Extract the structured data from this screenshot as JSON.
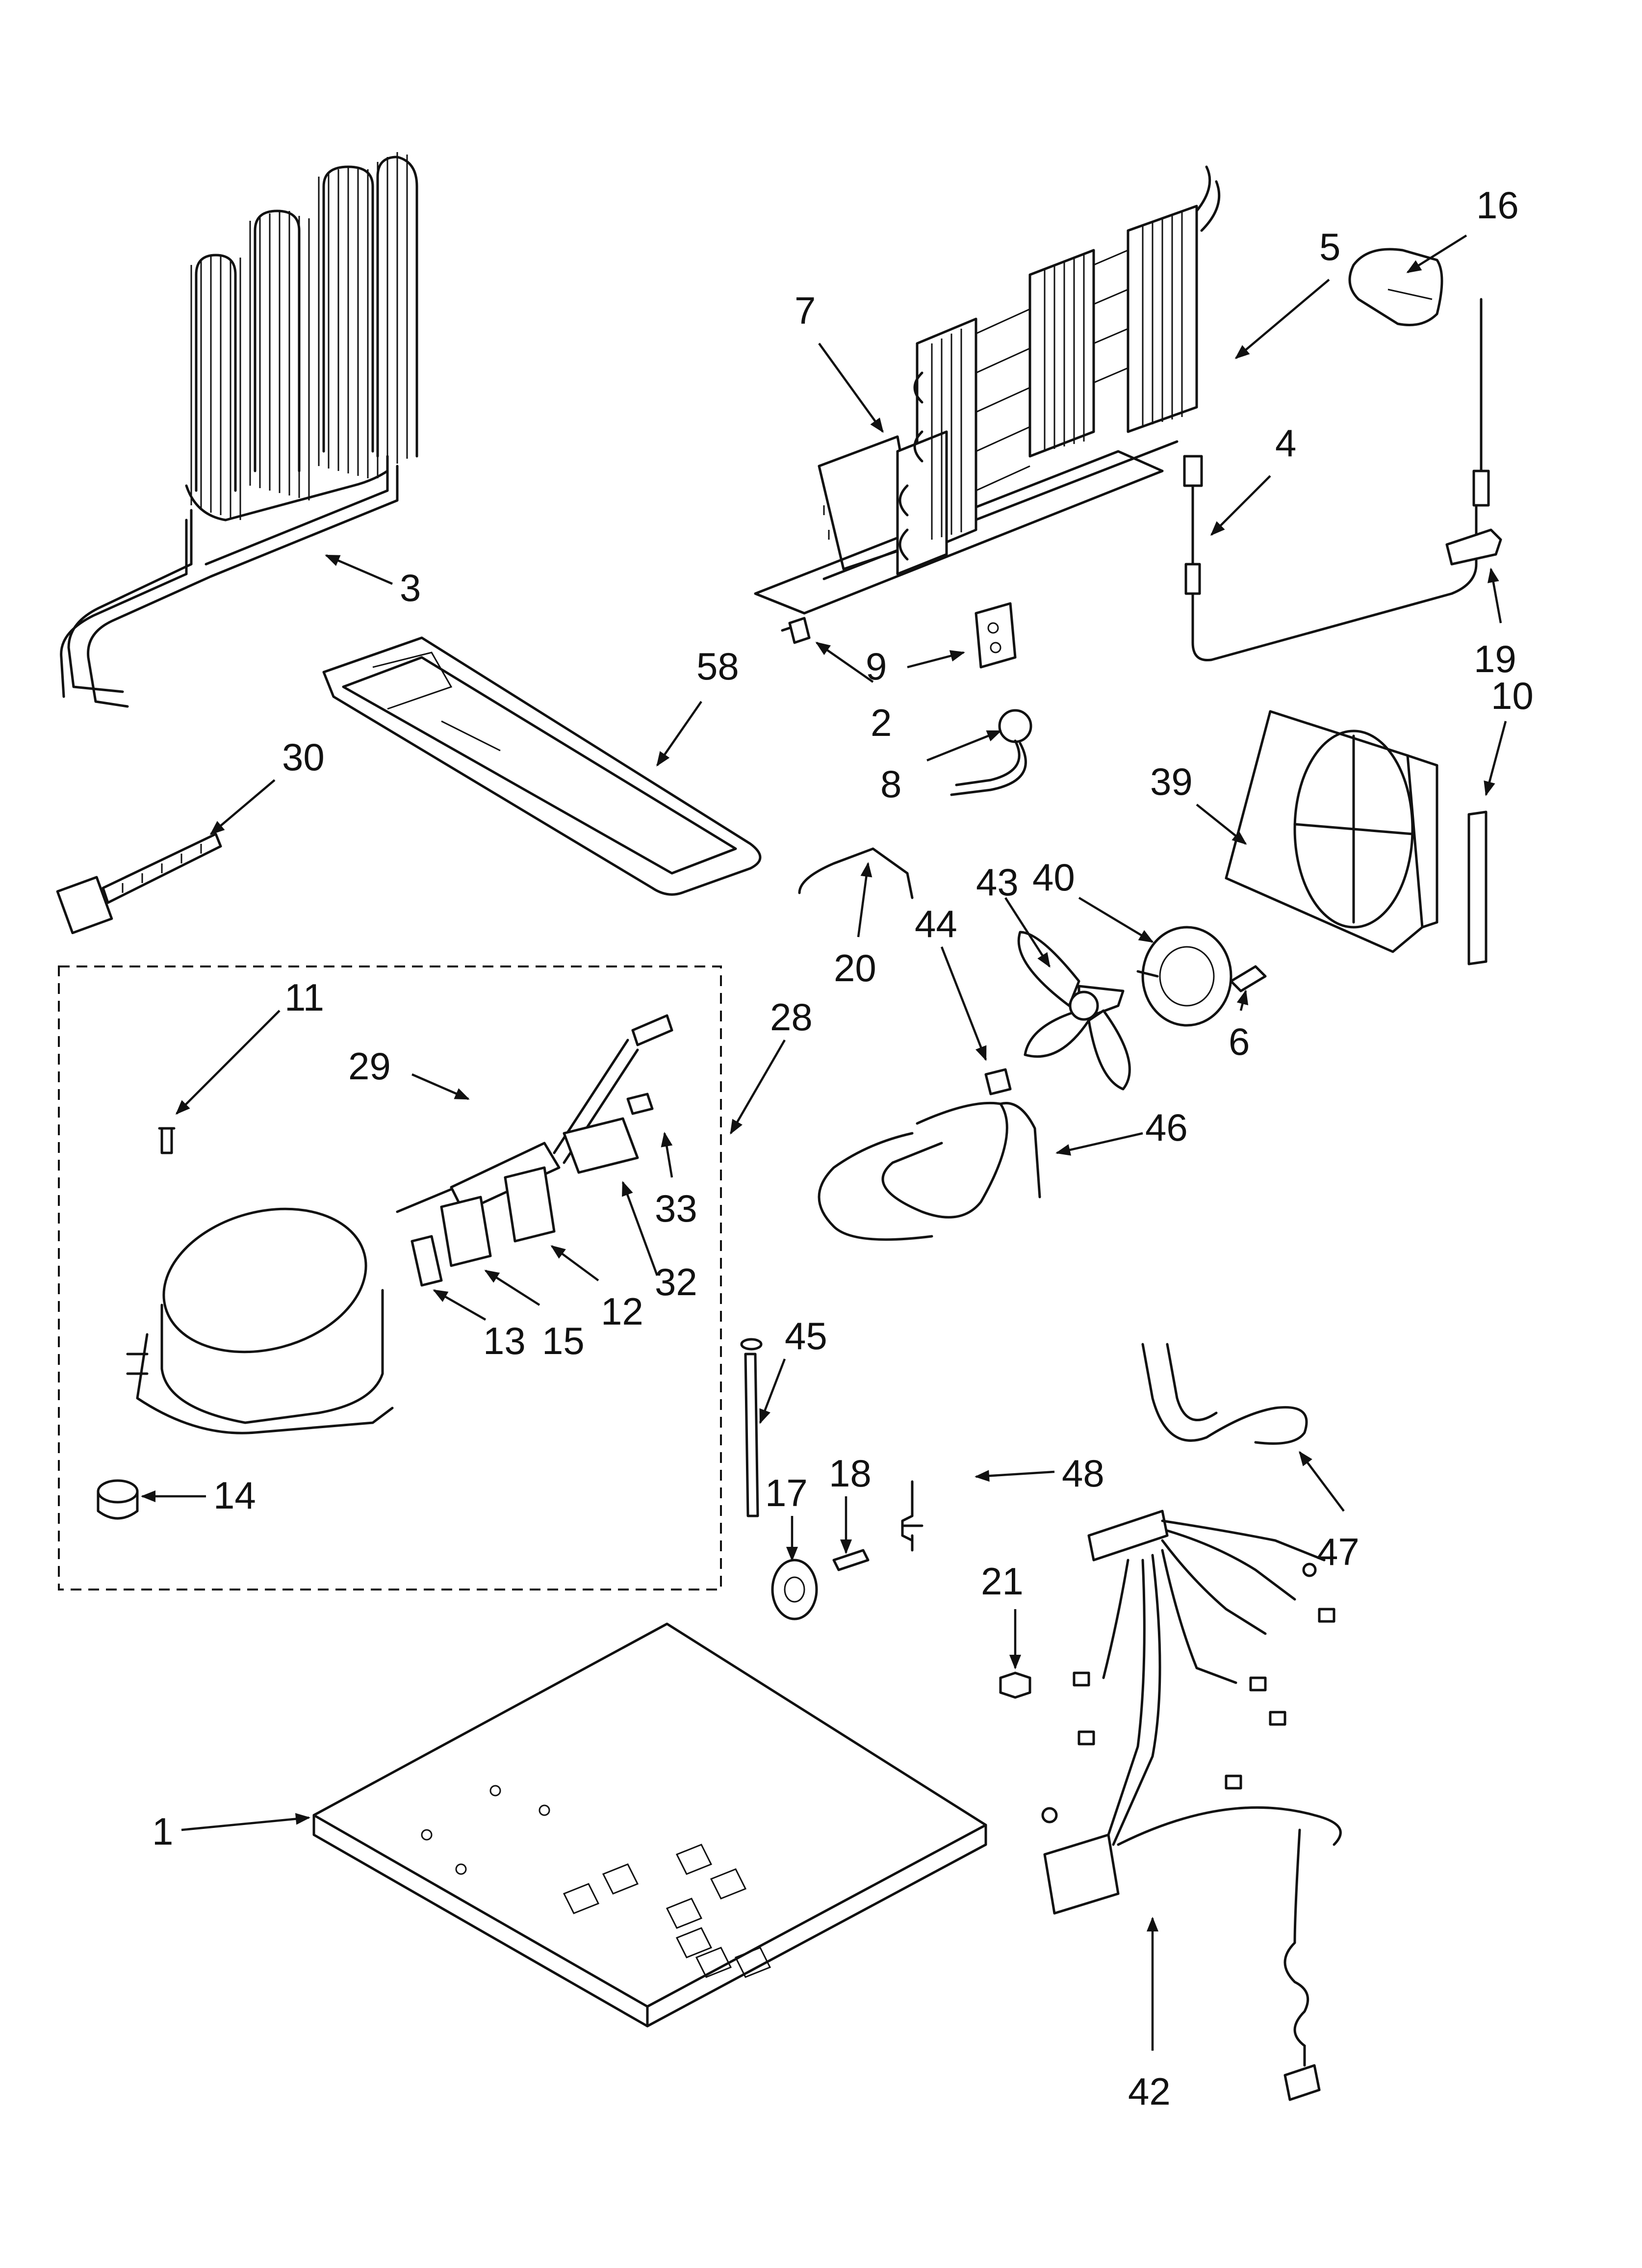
{
  "callouts": {
    "c1": "1",
    "c2": "2",
    "c3": "3",
    "c4": "4",
    "c5": "5",
    "c6": "6",
    "c7": "7",
    "c8": "8",
    "c9": "9",
    "c10": "10",
    "c11": "11",
    "c12": "12",
    "c13": "13",
    "c14": "14",
    "c15": "15",
    "c16": "16",
    "c17": "17",
    "c18": "18",
    "c19": "19",
    "c20": "20",
    "c21": "21",
    "c28": "28",
    "c29": "29",
    "c30": "30",
    "c32": "32",
    "c33": "33",
    "c39": "39",
    "c40": "40",
    "c42": "42",
    "c43": "43",
    "c44": "44",
    "c45": "45",
    "c46": "46",
    "c47": "47",
    "c48": "48",
    "c58": "58"
  }
}
